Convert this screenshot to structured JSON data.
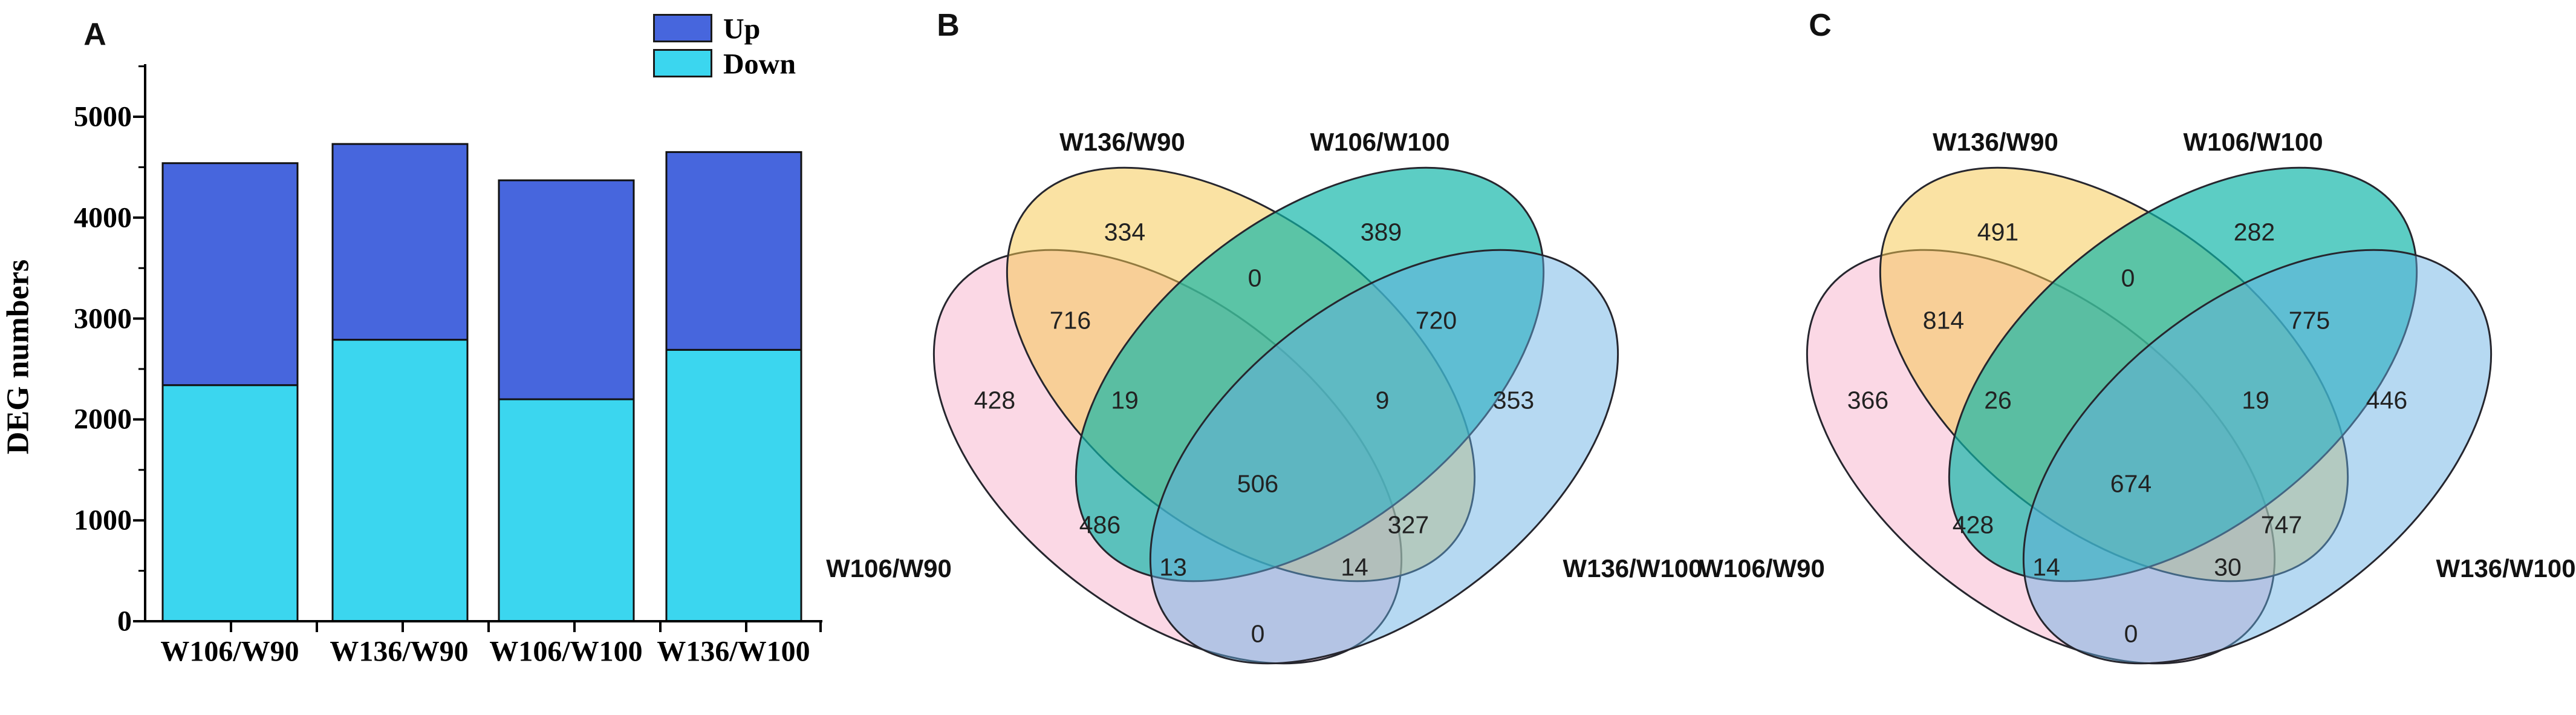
{
  "panel_labels": {
    "a": "A",
    "b": "B",
    "c": "C"
  },
  "chart_data": [
    {
      "type": "bar",
      "stacked": true,
      "panel": "A",
      "ylabel": "DEG numbers",
      "categories": [
        "W106/W90",
        "W136/W90",
        "W106/W100",
        "W136/W100"
      ],
      "series": [
        {
          "name": "Up",
          "color": "#4766dd",
          "values": [
            2200,
            1940,
            2170,
            1960
          ]
        },
        {
          "name": "Down",
          "color": "#3bd6ef",
          "values": [
            2340,
            2790,
            2200,
            2690
          ]
        }
      ],
      "totals": [
        4540,
        4730,
        4370,
        4650
      ],
      "ylim": [
        0,
        5400
      ],
      "yticks": [
        0,
        1000,
        2000,
        3000,
        4000,
        5000
      ],
      "ytick_labels": [
        "0",
        "1000",
        "2000",
        "3000",
        "4000",
        "5000"
      ],
      "minor_ytick_step": 500,
      "grid": false,
      "legend_position": "top-right",
      "bar_outline": "#111111"
    },
    {
      "type": "venn4",
      "panel": "B",
      "sets": {
        "left": "W106/W90",
        "top_left": "W136/W90",
        "top_right": "W106/W100",
        "right": "W136/W100"
      },
      "colors": {
        "left": "#f6a8c5",
        "top_left": "#f5c84f",
        "top_right": "#0fb5a8",
        "right": "#64aee4"
      },
      "regions": {
        "only_left": 428,
        "only_top_left": 334,
        "only_top_right": 389,
        "only_right": 353,
        "left_topleft": 716,
        "topleft_topright": 0,
        "topright_right": 720,
        "left_topright": 486,
        "topleft_right": 327,
        "left_right": 0,
        "left_topleft_topright": 19,
        "topleft_topright_right": 9,
        "left_topright_right": 13,
        "left_topleft_right": 14,
        "all_four": 506
      }
    },
    {
      "type": "venn4",
      "panel": "C",
      "sets": {
        "left": "W106/W90",
        "top_left": "W136/W90",
        "top_right": "W106/W100",
        "right": "W136/W100"
      },
      "colors": {
        "left": "#f6a8c5",
        "top_left": "#f5c84f",
        "top_right": "#0fb5a8",
        "right": "#64aee4"
      },
      "regions": {
        "only_left": 366,
        "only_top_left": 491,
        "only_top_right": 282,
        "only_right": 446,
        "left_topleft": 814,
        "topleft_topright": 0,
        "topright_right": 775,
        "left_topright": 428,
        "topleft_right": 747,
        "left_right": 0,
        "left_topleft_topright": 26,
        "topleft_topright_right": 19,
        "left_topright_right": 14,
        "left_topleft_right": 30,
        "all_four": 674
      }
    }
  ]
}
